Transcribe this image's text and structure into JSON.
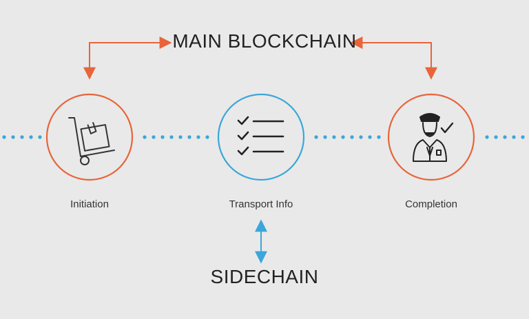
{
  "main_blockchain": {
    "label": "MAIN BLOCKCHAIN"
  },
  "sidechain": {
    "label": "SIDECHAIN"
  },
  "stages": [
    {
      "label": "Initiation",
      "icon": "hand-truck-icon"
    },
    {
      "label": "Transport Info",
      "icon": "checklist-icon"
    },
    {
      "label": "Completion",
      "icon": "inspector-check-icon"
    }
  ],
  "colors": {
    "main_chain_accent": "#e8643a",
    "sidechain_accent": "#3aa6d9",
    "text": "#222222",
    "background": "#e9e9e9"
  }
}
